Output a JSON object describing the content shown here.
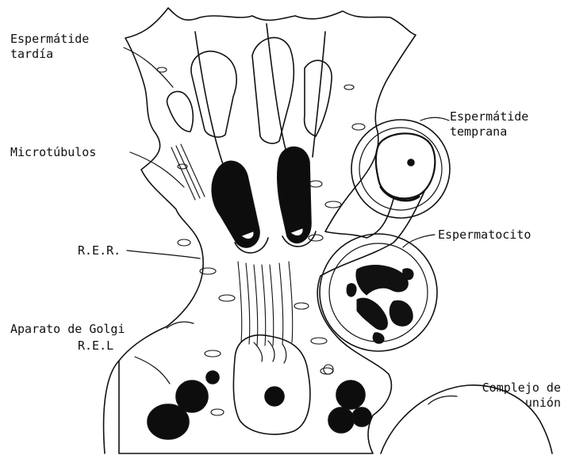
{
  "labels": {
    "espermatide_tardia": "Espermátide\ntardía",
    "microtubulos": "Microtúbulos",
    "rer": "R.E.R.",
    "aparato_golgi": "Aparato de Golgi",
    "rel": "R.E.L",
    "espermatide_temprana": "Espermátide\ntemprana",
    "espermatocito": "Espermatocito",
    "complejo_union": "Complejo de\nunión"
  },
  "colors": {
    "ink": "#111111",
    "paper": "#ffffff"
  }
}
